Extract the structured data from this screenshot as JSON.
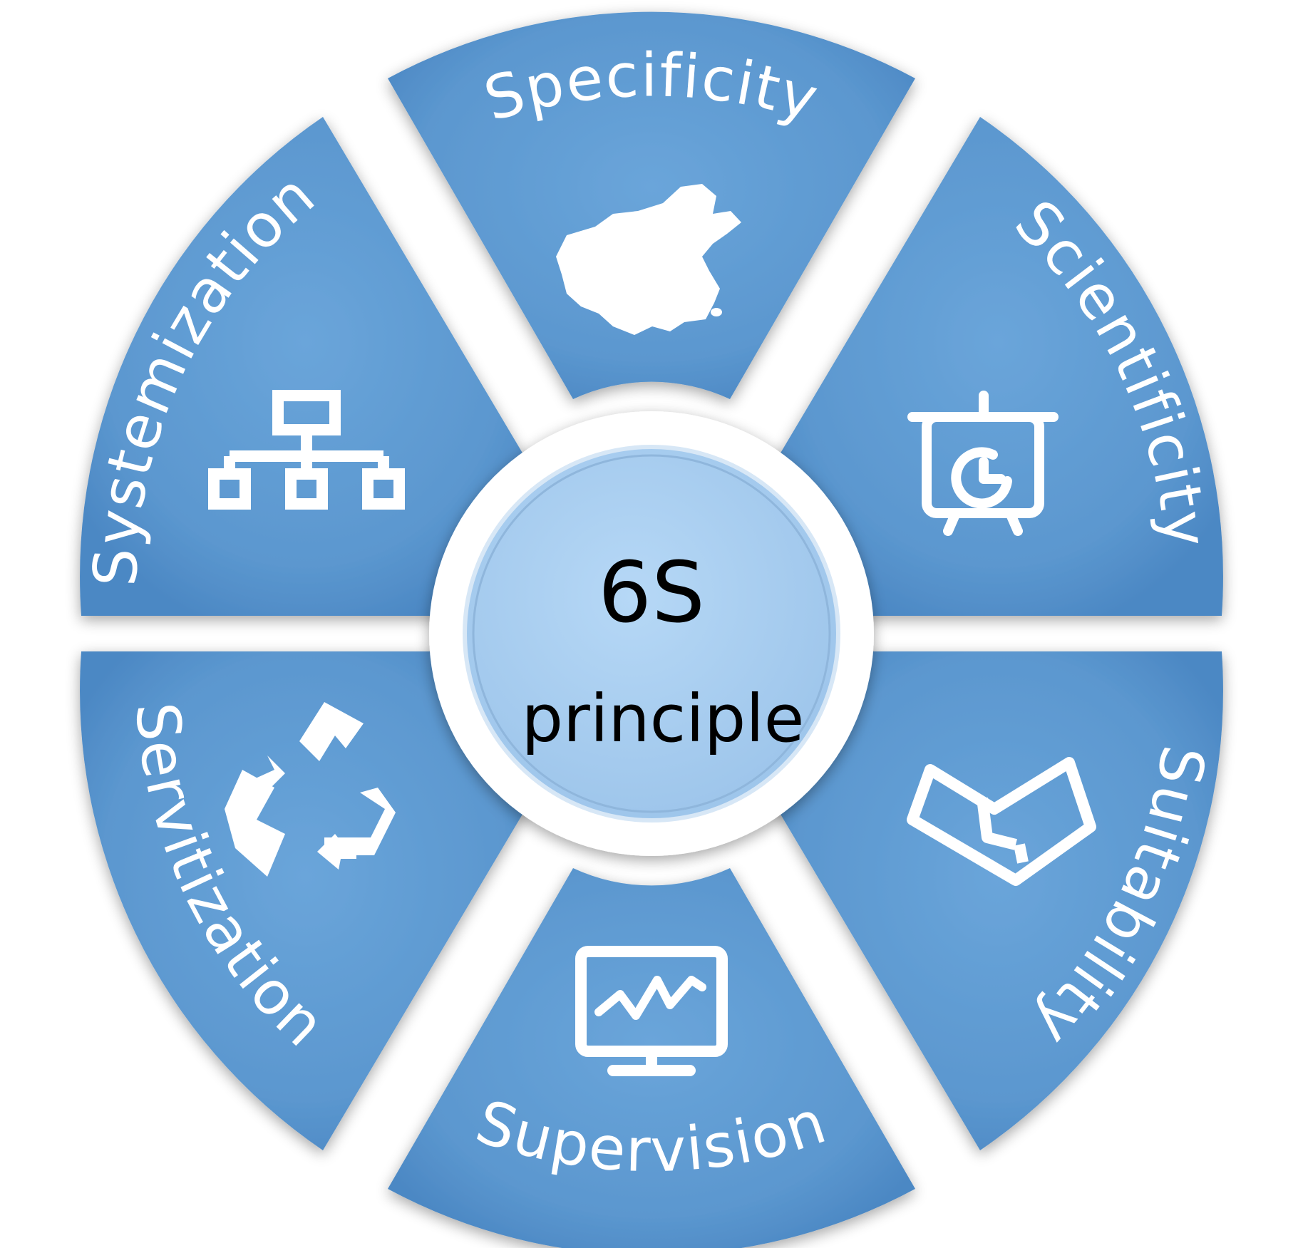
{
  "center": {
    "title": "6S",
    "subtitle": "principle"
  },
  "segments": [
    {
      "label": "Specificity",
      "icon": "china-map-icon"
    },
    {
      "label": "Scientificity",
      "icon": "presentation-board-icon"
    },
    {
      "label": "Suitability",
      "icon": "map-document-icon"
    },
    {
      "label": "Supervision",
      "icon": "monitor-chart-icon"
    },
    {
      "label": "Servitization",
      "icon": "recycle-icon"
    },
    {
      "label": "Systemization",
      "icon": "hierarchy-chart-icon"
    }
  ],
  "colors": {
    "segment": "#5b97cf",
    "segment_edge": "#3f7fbe",
    "center_fill": "#a8cdf0",
    "center_ring": "#ffffff",
    "icon": "#ffffff"
  }
}
